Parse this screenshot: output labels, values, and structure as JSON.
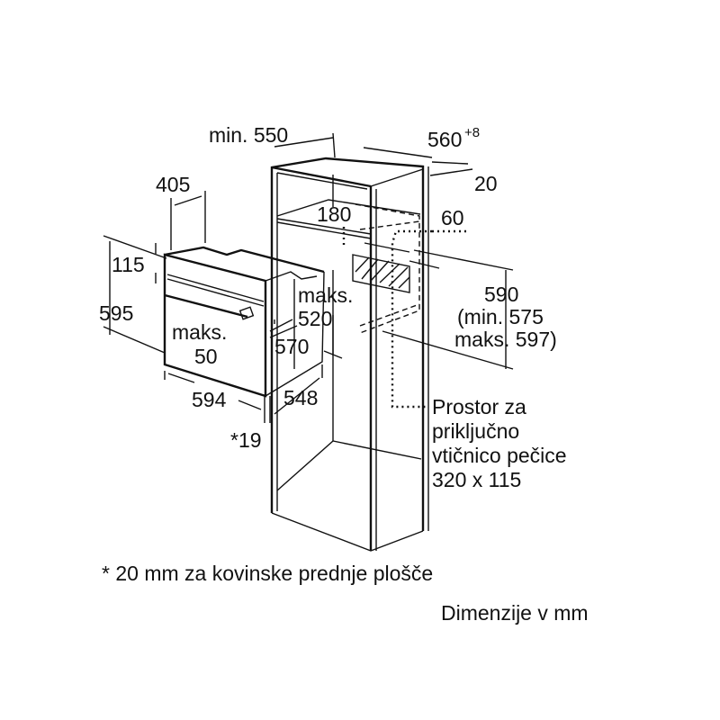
{
  "dimensions": {
    "min550": "min. 550",
    "w560": "560",
    "w560_sup": "+8",
    "d20": "20",
    "d405": "405",
    "d180": "180",
    "d60": "60",
    "d115": "115",
    "d595": "595",
    "maks520_a": "maks.",
    "maks520_b": "520",
    "d590_a": "590",
    "d590_b": "(min. 575",
    "d590_c": "maks. 597)",
    "maks50_a": "maks.",
    "maks50_b": "50",
    "d570": "570",
    "d594": "594",
    "d548": "548",
    "d19": "*19"
  },
  "socket_note": [
    "Prostor za",
    "priključno",
    "vtičnico pečice",
    "320 x 115"
  ],
  "footnote": "* 20 mm za kovinske prednje plošče",
  "units_note": "Dimenzije v mm"
}
